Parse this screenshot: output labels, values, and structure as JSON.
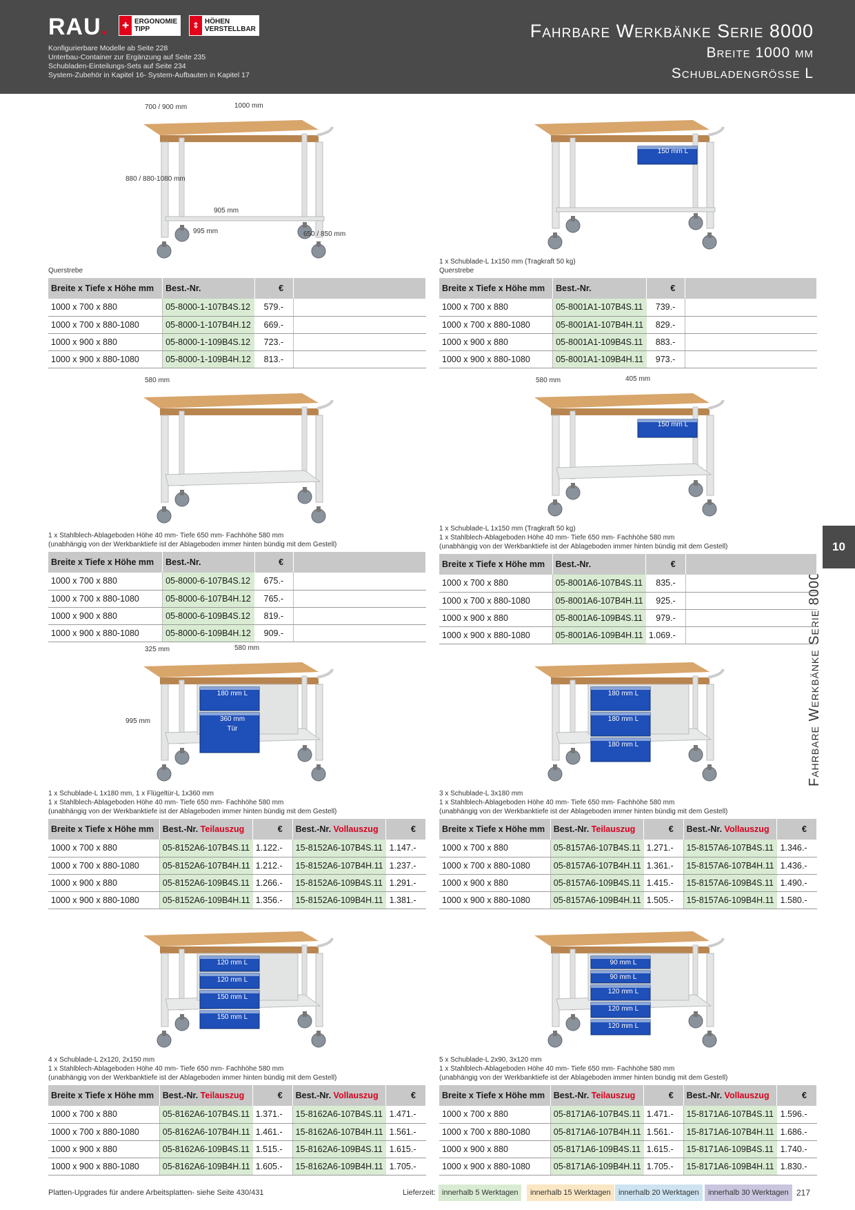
{
  "header": {
    "brand": "RAU",
    "brand_dot": ".",
    "badge_ergonomie": [
      "ERGONOMIE",
      "TIPP"
    ],
    "badge_hoehen": [
      "HÖHEN",
      "VERSTELLBAR"
    ],
    "notes": [
      "Konfigurierbare Modelle ab Seite 228",
      "Unterbau-Container zur Ergänzung auf Seite 235",
      "Schubladen-Einteilungs-Sets auf Seite 234",
      "System-Zubehör in Kapitel 16- System-Aufbauten in Kapitel 17"
    ],
    "title": "Fahrbare Werkbänke Serie 8000",
    "subtitle1": "Breite 1000 mm",
    "subtitle2": "Schubladengrösse L"
  },
  "side": {
    "chapter": "10",
    "title": "Fahrbare Werkbänke Serie 8000"
  },
  "table_headers": {
    "dims": "Breite x Tiefe x Höhe mm",
    "best": "Best.-Nr.",
    "euro": "€",
    "teil": "Teilauszug",
    "voll": "Vollauszug"
  },
  "products": [
    {
      "desc": [
        "Querstrebe"
      ],
      "dim_labels": [
        "700 / 900 mm",
        "1000 mm",
        "880 / 880-1080 mm",
        "905 mm",
        "995 mm",
        "650 / 850 mm"
      ],
      "rows": [
        {
          "dims": "1000 x 700 x 880",
          "code": "05-8000-1-107B4S.12",
          "price": "579.-"
        },
        {
          "dims": "1000 x 700 x 880-1080",
          "code": "05-8000-1-107B4H.12",
          "price": "669.-"
        },
        {
          "dims": "1000 x 900 x 880",
          "code": "05-8000-1-109B4S.12",
          "price": "723.-"
        },
        {
          "dims": "1000 x 900 x 880-1080",
          "code": "05-8000-1-109B4H.12",
          "price": "813.-"
        }
      ]
    },
    {
      "desc": [
        "1 x Schublade-L 1x150 mm (Tragkraft 50 kg)",
        "Querstrebe"
      ],
      "drawers": [
        "150 mm L"
      ],
      "rows": [
        {
          "dims": "1000 x 700 x 880",
          "code": "05-8001A1-107B4S.11",
          "price": "739.-"
        },
        {
          "dims": "1000 x 700 x 880-1080",
          "code": "05-8001A1-107B4H.11",
          "price": "829.-"
        },
        {
          "dims": "1000 x 900 x 880",
          "code": "05-8001A1-109B4S.11",
          "price": "883.-"
        },
        {
          "dims": "1000 x 900 x 880-1080",
          "code": "05-8001A1-109B4H.11",
          "price": "973.-"
        }
      ]
    },
    {
      "desc": [
        "1 x Stahlblech-Ablageboden Höhe 40 mm- Tiefe 650 mm- Fachhöhe 580 mm",
        "(unabhängig von der Werkbanktiefe ist der Ablageboden immer hinten bündig mit dem Gestell)"
      ],
      "dim_labels": [
        "580 mm"
      ],
      "rows": [
        {
          "dims": "1000 x 700 x 880",
          "code": "05-8000-6-107B4S.12",
          "price": "675.-"
        },
        {
          "dims": "1000 x 700 x 880-1080",
          "code": "05-8000-6-107B4H.12",
          "price": "765.-"
        },
        {
          "dims": "1000 x 900 x 880",
          "code": "05-8000-6-109B4S.12",
          "price": "819.-"
        },
        {
          "dims": "1000 x 900 x 880-1080",
          "code": "05-8000-6-109B4H.12",
          "price": "909.-"
        }
      ]
    },
    {
      "desc": [
        "1 x Schublade-L 1x150 mm (Tragkraft 50 kg)",
        "1 x Stahlblech-Ablageboden Höhe 40 mm- Tiefe 650 mm- Fachhöhe 580 mm",
        "(unabhängig von der Werkbanktiefe ist der Ablageboden immer hinten bündig mit dem Gestell)"
      ],
      "drawers": [
        "150 mm L"
      ],
      "dim_labels": [
        "580 mm",
        "405 mm"
      ],
      "rows": [
        {
          "dims": "1000 x 700 x 880",
          "code": "05-8001A6-107B4S.11",
          "price": "835.-"
        },
        {
          "dims": "1000 x 700 x 880-1080",
          "code": "05-8001A6-107B4H.11",
          "price": "925.-"
        },
        {
          "dims": "1000 x 900 x 880",
          "code": "05-8001A6-109B4S.11",
          "price": "979.-"
        },
        {
          "dims": "1000 x 900 x 880-1080",
          "code": "05-8001A6-109B4H.11",
          "price": "1.069.-"
        }
      ]
    },
    {
      "desc": [
        "1 x Schublade-L 1x180 mm, 1 x Flügeltür-L 1x360 mm",
        "1 x Stahlblech-Ablageboden Höhe 40 mm- Tiefe 650 mm- Fachhöhe 580 mm",
        "(unabhängig von der Werkbanktiefe ist der Ablageboden immer hinten bündig mit dem Gestell)"
      ],
      "drawers": [
        "180 mm L",
        "360 mm",
        "Tür"
      ],
      "dim_labels": [
        "325 mm",
        "580 mm",
        "995 mm"
      ],
      "rows": [
        {
          "dims": "1000 x 700 x 880",
          "code": "05-8152A6-107B4S.11",
          "price": "1.122.-",
          "code2": "15-8152A6-107B4S.11",
          "price2": "1.147.-"
        },
        {
          "dims": "1000 x 700 x 880-1080",
          "code": "05-8152A6-107B4H.11",
          "price": "1.212.-",
          "code2": "15-8152A6-107B4H.11",
          "price2": "1.237.-"
        },
        {
          "dims": "1000 x 900 x 880",
          "code": "05-8152A6-109B4S.11",
          "price": "1.266.-",
          "code2": "15-8152A6-109B4S.11",
          "price2": "1.291.-"
        },
        {
          "dims": "1000 x 900 x 880-1080",
          "code": "05-8152A6-109B4H.11",
          "price": "1.356.-",
          "code2": "15-8152A6-109B4H.11",
          "price2": "1.381.-"
        }
      ]
    },
    {
      "desc": [
        "3 x Schublade-L 3x180 mm",
        "1 x Stahlblech-Ablageboden Höhe 40 mm- Tiefe 650 mm- Fachhöhe 580 mm",
        "(unabhängig von der Werkbanktiefe ist der Ablageboden immer hinten bündig mit dem Gestell)"
      ],
      "drawers": [
        "180 mm L",
        "180 mm L",
        "180 mm L"
      ],
      "rows": [
        {
          "dims": "1000 x 700 x 880",
          "code": "05-8157A6-107B4S.11",
          "price": "1.271.-",
          "code2": "15-8157A6-107B4S.11",
          "price2": "1.346.-"
        },
        {
          "dims": "1000 x 700 x 880-1080",
          "code": "05-8157A6-107B4H.11",
          "price": "1.361.-",
          "code2": "15-8157A6-107B4H.11",
          "price2": "1.436.-"
        },
        {
          "dims": "1000 x 900 x 880",
          "code": "05-8157A6-109B4S.11",
          "price": "1.415.-",
          "code2": "15-8157A6-109B4S.11",
          "price2": "1.490.-"
        },
        {
          "dims": "1000 x 900 x 880-1080",
          "code": "05-8157A6-109B4H.11",
          "price": "1.505.-",
          "code2": "15-8157A6-109B4H.11",
          "price2": "1.580.-"
        }
      ]
    },
    {
      "desc": [
        "4 x Schublade-L 2x120, 2x150 mm",
        "1 x Stahlblech-Ablageboden Höhe 40 mm- Tiefe 650 mm- Fachhöhe 580 mm",
        "(unabhängig von der Werkbanktiefe ist der Ablageboden immer hinten bündig mit dem Gestell)"
      ],
      "drawers": [
        "120 mm L",
        "120 mm L",
        "150 mm L",
        "150 mm L"
      ],
      "rows": [
        {
          "dims": "1000 x 700 x 880",
          "code": "05-8162A6-107B4S.11",
          "price": "1.371.-",
          "code2": "15-8162A6-107B4S.11",
          "price2": "1.471.-"
        },
        {
          "dims": "1000 x 700 x 880-1080",
          "code": "05-8162A6-107B4H.11",
          "price": "1.461.-",
          "code2": "15-8162A6-107B4H.11",
          "price2": "1.561.-"
        },
        {
          "dims": "1000 x 900 x 880",
          "code": "05-8162A6-109B4S.11",
          "price": "1.515.-",
          "code2": "15-8162A6-109B4S.11",
          "price2": "1.615.-"
        },
        {
          "dims": "1000 x 900 x 880-1080",
          "code": "05-8162A6-109B4H.11",
          "price": "1.605.-",
          "code2": "15-8162A6-109B4H.11",
          "price2": "1.705.-"
        }
      ]
    },
    {
      "desc": [
        "5 x Schublade-L 2x90, 3x120 mm",
        "1 x Stahlblech-Ablageboden Höhe 40 mm- Tiefe 650 mm- Fachhöhe 580 mm",
        "(unabhängig von der Werkbanktiefe ist der Ablageboden immer hinten bündig mit dem Gestell)"
      ],
      "drawers": [
        "90 mm L",
        "90 mm L",
        "120 mm L",
        "120 mm L",
        "120 mm L"
      ],
      "rows": [
        {
          "dims": "1000 x 700 x 880",
          "code": "05-8171A6-107B4S.11",
          "price": "1.471.-",
          "code2": "15-8171A6-107B4S.11",
          "price2": "1.596.-"
        },
        {
          "dims": "1000 x 700 x 880-1080",
          "code": "05-8171A6-107B4H.11",
          "price": "1.561.-",
          "code2": "15-8171A6-107B4H.11",
          "price2": "1.686.-"
        },
        {
          "dims": "1000 x 900 x 880",
          "code": "05-8171A6-109B4S.11",
          "price": "1.615.-",
          "code2": "15-8171A6-109B4S.11",
          "price2": "1.740.-"
        },
        {
          "dims": "1000 x 900 x 880-1080",
          "code": "05-8171A6-109B4H.11",
          "price": "1.705.-",
          "code2": "15-8171A6-109B4H.11",
          "price2": "1.830.-"
        }
      ]
    }
  ],
  "footer": {
    "note": "Platten-Upgrades für andere Arbeitsplatten- siehe Seite 430/431",
    "lieferzeit": "Lieferzeit:",
    "chips": [
      {
        "label": "innerhalb 5 Werktagen",
        "color": "#d9ecd3"
      },
      {
        "label": "innerhalb 15 Werktagen",
        "color": "#fbe6c4"
      },
      {
        "label": "innerhalb 20 Werktagen",
        "color": "#cde3f1"
      },
      {
        "label": "innerhalb 30 Werktagen",
        "color": "#c9c5de"
      }
    ],
    "page": "217"
  },
  "colors": {
    "header_bg": "#4a4a4a",
    "brand_red": "#e2001a",
    "code_bg": "#d9ecd3",
    "drawer_blue": "#1f4fb8",
    "wood": "#d8a56b"
  }
}
